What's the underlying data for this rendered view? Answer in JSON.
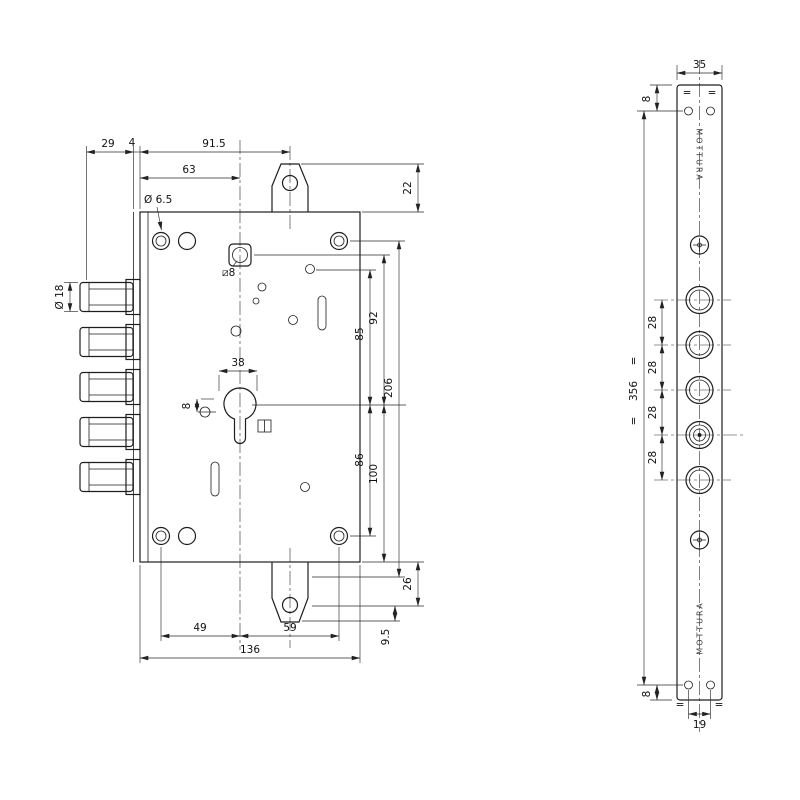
{
  "brand": "MOTTURA",
  "dims": {
    "d29": "29",
    "d4": "4",
    "d91_5": "91.5",
    "d63": "63",
    "dia6_5": "Ø 6.5",
    "sq8": "⧄8",
    "d38": "38",
    "d8": "8",
    "dia18": "Ø 18",
    "d85": "85",
    "d92": "92",
    "d206": "206",
    "d86": "86",
    "d100": "100",
    "d22": "22",
    "d26": "26",
    "d9_5": "9.5",
    "d49": "49",
    "d59": "59",
    "d136": "136",
    "d35": "35",
    "d356": "356",
    "d28": "28",
    "d19": "19",
    "eq": "="
  }
}
